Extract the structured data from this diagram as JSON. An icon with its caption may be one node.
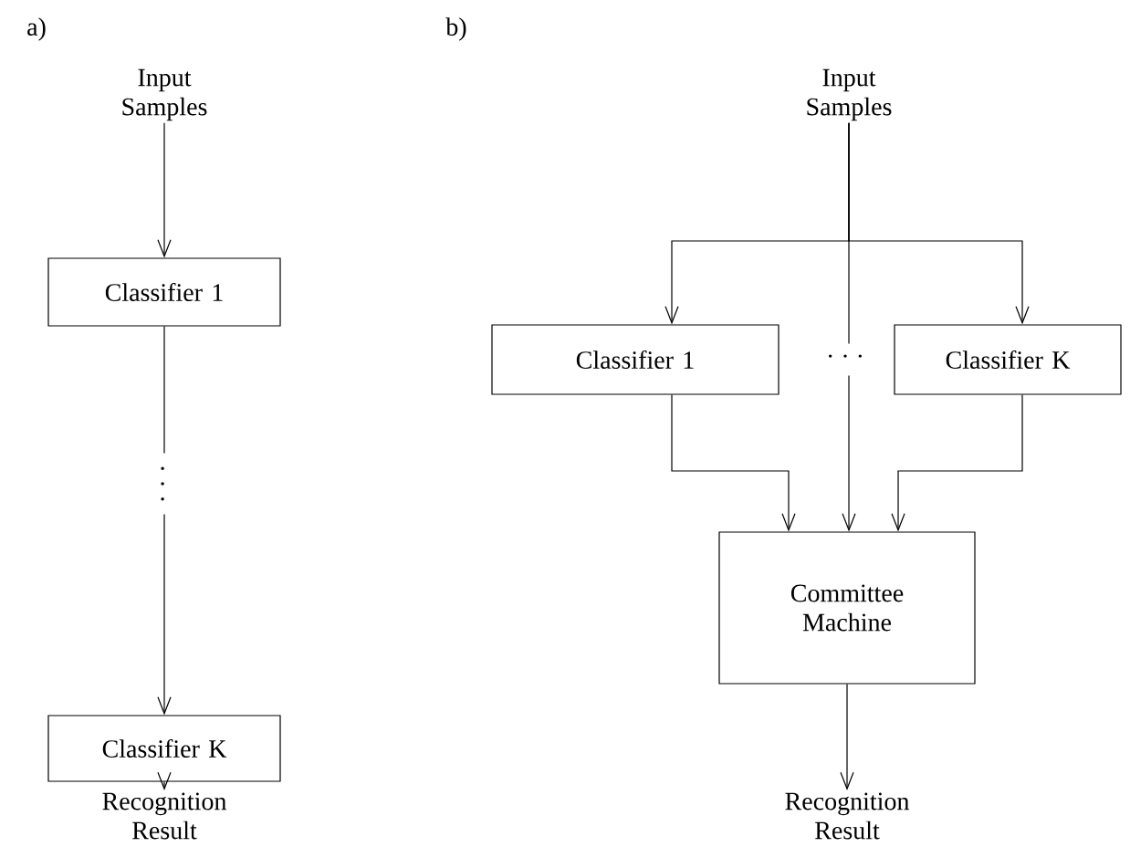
{
  "diagram": {
    "nodes": [
      {
        "text": [
          "Input Samples"
        ]
      },
      {
        "text": [
          "Classifier 1"
        ]
      },
      {
        "text": [
          "Classifier K"
        ]
      },
      {
        "text": [
          "Recognition Result"
        ]
      },
      {
        "text": [
          "Input Samples"
        ]
      },
      {
        "text": [
          "Classifier 1"
        ]
      },
      {
        "text": [
          "Classifier K"
        ]
      },
      {
        "text": [
          "Committee Machine"
        ]
      },
      {
        "text": [
          "Recognition Result"
        ]
      }
    ],
    "edges": [
      {
        "from": 0,
        "to": 1,
        "arrow": "to"
      },
      {
        "from": 1,
        "to": 2,
        "arrow": "to"
      },
      {
        "from": 2,
        "to": 3,
        "arrow": "to"
      },
      {
        "from": 4,
        "to": 5,
        "arrow": "to"
      },
      {
        "from": 4,
        "to": 6,
        "arrow": "to"
      },
      {
        "from": 4,
        "to": 7,
        "arrow": "to"
      },
      {
        "from": 5,
        "to": 7,
        "arrow": "to"
      },
      {
        "from": 6,
        "to": 7,
        "arrow": "to"
      },
      {
        "from": 7,
        "to": 8,
        "arrow": "to"
      }
    ],
    "labels": [
      "a)",
      "b)",
      "· · ·",
      "· · ·"
    ]
  }
}
